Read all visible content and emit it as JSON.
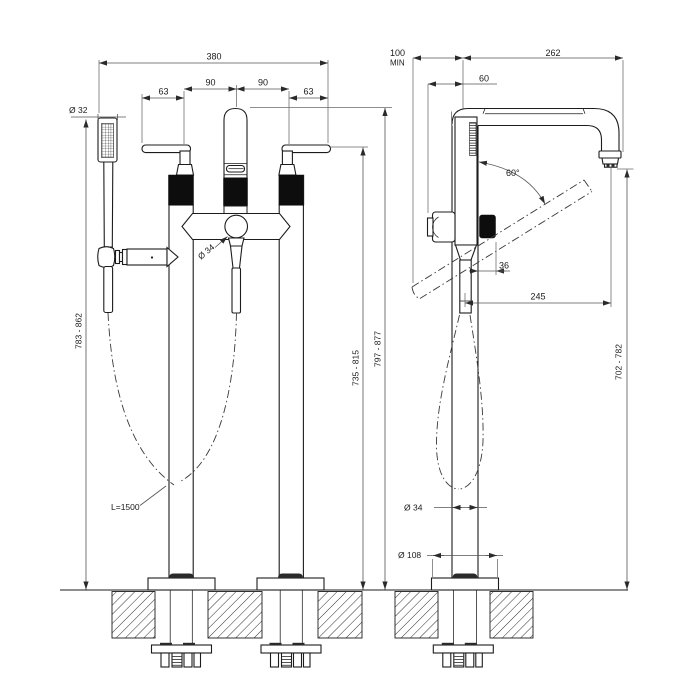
{
  "front_view": {
    "overall_width": "380",
    "spout_to_handle_left": "90",
    "spout_to_handle_right": "90",
    "handle_to_lever_left": "63",
    "handle_to_lever_right": "63",
    "handshower_diameter": "Ø 32",
    "diverter_knob_diameter": "Ø 34",
    "handshower_height_range": "783 - 862",
    "handle_height_range": "735 - 815",
    "spout_height_range": "797 - 877",
    "hose_length": "L=1500"
  },
  "side_view": {
    "min_wall_distance": "100",
    "min_wall_distance_note": "MIN",
    "overall_depth": "262",
    "column_setback": "60",
    "handshower_swivel_angle": "60°",
    "handle_projection": "36",
    "spout_reach": "245",
    "outlet_height_range": "702 - 782",
    "column_diameter": "Ø 34",
    "base_flange_diameter": "Ø 108"
  }
}
